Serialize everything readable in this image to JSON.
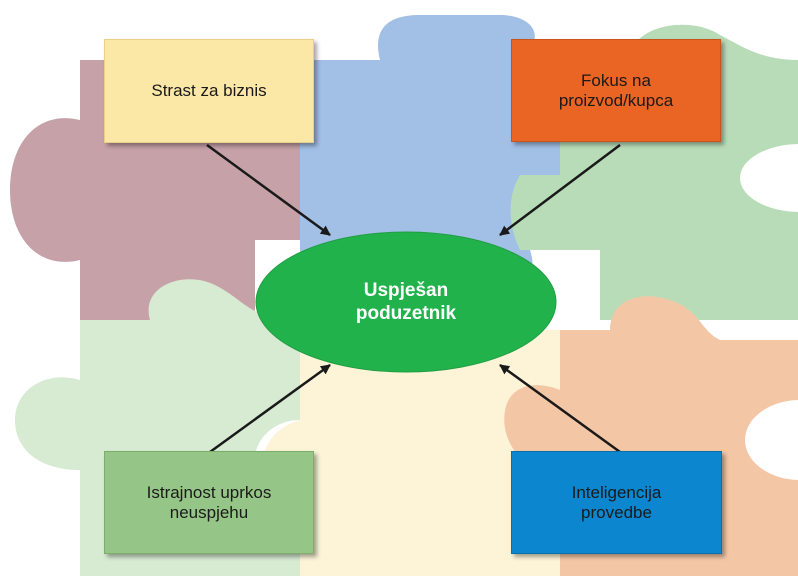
{
  "center": {
    "label": "Uspješan\npoduzetnik",
    "color": "#22b24c"
  },
  "factors": {
    "top_left": {
      "label": "Strast za biznis",
      "color": "#fbe8a6"
    },
    "top_right": {
      "label": "Fokus na\nproizvod/kupca",
      "color": "#ea6424"
    },
    "bottom_left": {
      "label": "Istrajnost uprkos\nneuspjehu",
      "color": "#96c687"
    },
    "bottom_right": {
      "label": "Inteligencija\nprovedbe",
      "color": "#0b86cf"
    }
  },
  "puzzle_colors": {
    "pink": "#c7a1a8",
    "blue": "#a2bfe6",
    "green": "#b8dcb8",
    "light_green": "#d7ead2",
    "cream": "#fdf4d8",
    "peach": "#f3c7a6"
  }
}
